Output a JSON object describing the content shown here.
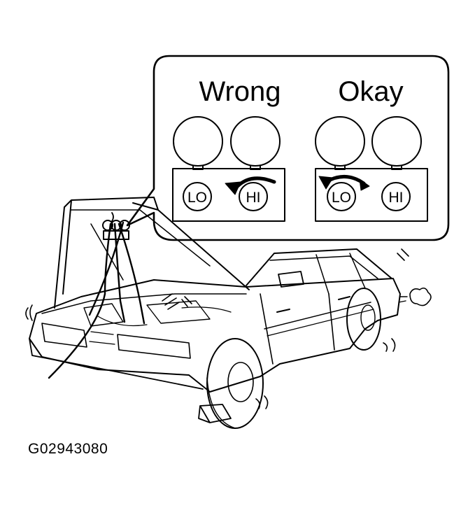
{
  "callout": {
    "wrong_label": "Wrong",
    "okay_label": "Okay",
    "wrong_panel": {
      "left_knob": "LO",
      "right_knob": "HI"
    },
    "okay_panel": {
      "left_knob": "LO",
      "right_knob": "HI"
    }
  },
  "figure_code": "G02943080",
  "colors": {
    "ink": "#000000",
    "paper": "#ffffff"
  }
}
